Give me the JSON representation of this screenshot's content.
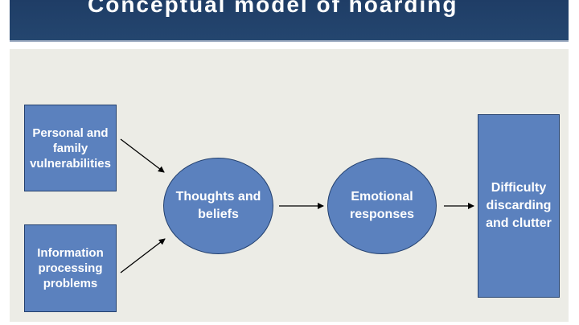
{
  "slide": {
    "title": "Conceptual model of hoarding"
  },
  "diagram": {
    "personal": "Personal and family vulnerabilities",
    "information": "Information processing problems",
    "thoughts": "Thoughts and beliefs",
    "emotional": "Emotional responses",
    "difficulty": "Difficulty discarding and clutter"
  },
  "colors": {
    "header": "#24466f",
    "panel": "#ecece6",
    "node_fill": "#5b81be",
    "node_border": "#23406e"
  }
}
